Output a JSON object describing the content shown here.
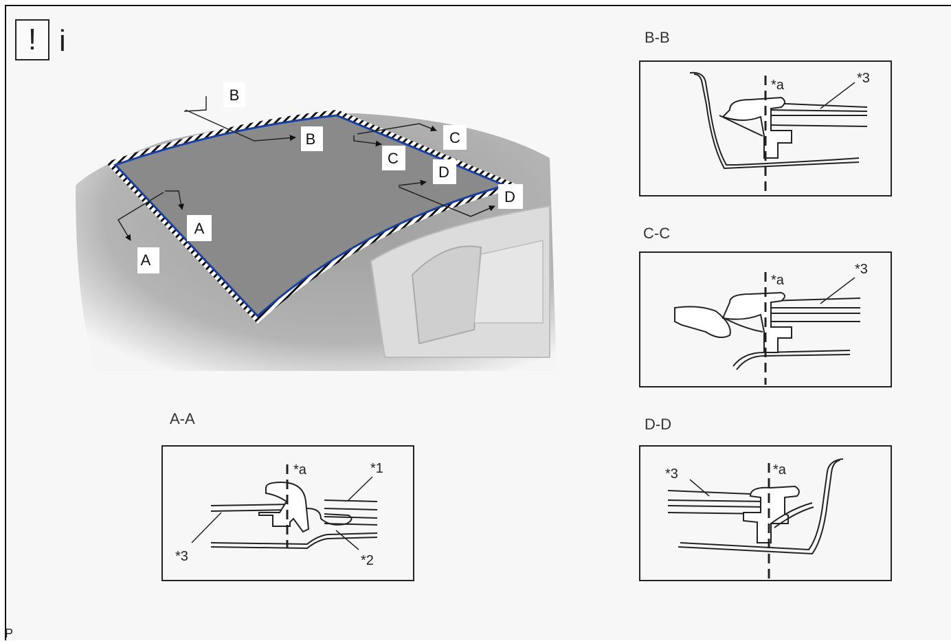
{
  "icons": {
    "caution": "!",
    "info": "i"
  },
  "main_view": {
    "callouts": {
      "a_upper": "A",
      "a_lower": "A",
      "b_upper": "B",
      "b_lower": "B",
      "c_upper": "C",
      "c_lower": "C",
      "d_upper": "D",
      "d_lower": "D"
    }
  },
  "sections": {
    "aa": {
      "title": "A-A",
      "labels": {
        "ref_a": "*a",
        "part1": "*1",
        "part2": "*2",
        "part3": "*3"
      }
    },
    "bb": {
      "title": "B-B",
      "labels": {
        "ref_a": "*a",
        "part3": "*3"
      }
    },
    "cc": {
      "title": "C-C",
      "labels": {
        "ref_a": "*a",
        "part3": "*3"
      }
    },
    "dd": {
      "title": "D-D",
      "labels": {
        "ref_a": "*a",
        "part3": "*3"
      }
    }
  },
  "footer": {
    "code": "P"
  }
}
